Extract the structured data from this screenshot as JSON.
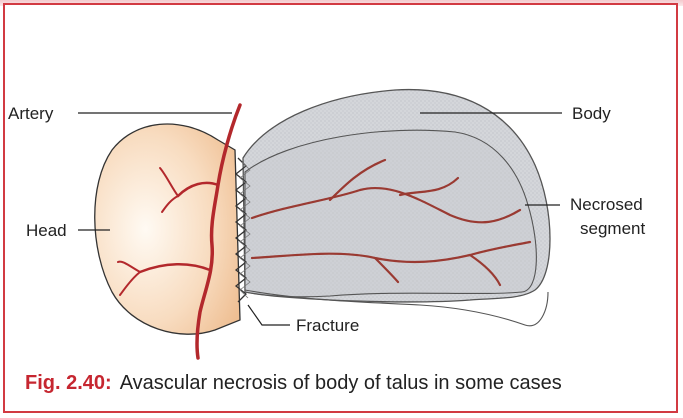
{
  "labels": {
    "artery": "Artery",
    "head": "Head",
    "body": "Body",
    "necrosed": [
      "Necrosed",
      "segment"
    ],
    "fracture": "Fracture"
  },
  "caption": {
    "number": "Fig. 2.40:",
    "text": "Avascular necrosis of body of talus in some cases"
  },
  "colors": {
    "border": "#d23a42",
    "artery": "#b3282c",
    "head_fill": "#f6d3b0",
    "body_fill": "#c9cbd0",
    "caption_number": "#c62630"
  }
}
